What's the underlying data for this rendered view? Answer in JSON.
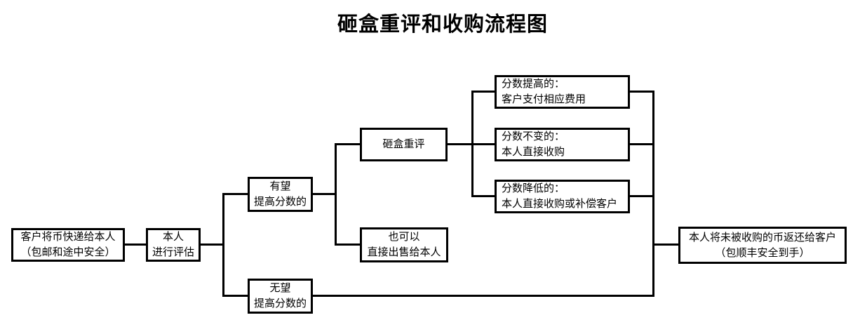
{
  "title": "砸盒重评和收购流程图",
  "colors": {
    "line": "#000000",
    "text": "#000000",
    "background": "#ffffff"
  },
  "nodes": {
    "customer_ship": {
      "line1": "客户将币快递给本人",
      "line2": "（包邮和途中安全）"
    },
    "self_evaluate": {
      "line1": "本人",
      "line2": "进行评估"
    },
    "hopeful": {
      "line1": "有望",
      "line2": "提高分数的"
    },
    "hopeless": {
      "line1": "无望",
      "line2": "提高分数的"
    },
    "smash_reevaluate": {
      "line1": "砸盒重评"
    },
    "sell_directly": {
      "line1": "也可以",
      "line2": "直接出售给本人"
    },
    "score_up": {
      "line1": "分数提高的：",
      "line2": "客户支付相应费用"
    },
    "score_same": {
      "line1": "分数不变的：",
      "line2": "本人直接收购"
    },
    "score_down": {
      "line1": "分数降低的：",
      "line2": "本人直接收购或补偿客户"
    },
    "return_coins": {
      "line1": "本人将未被收购的币返还给客户",
      "line2": "（包顺丰安全到手）"
    }
  }
}
